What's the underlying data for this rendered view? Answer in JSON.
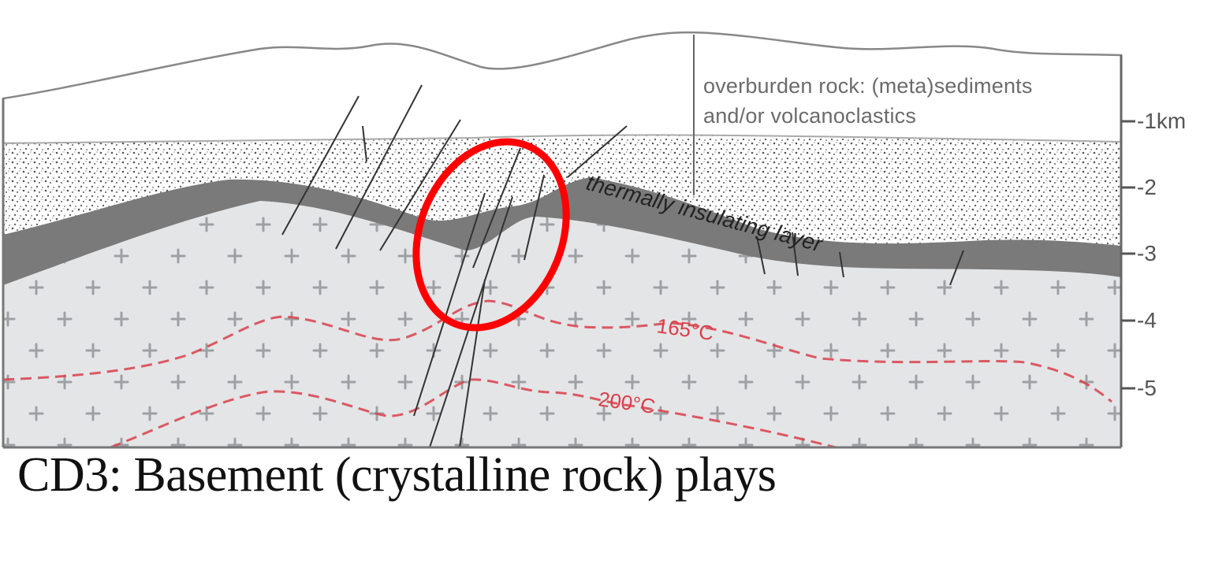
{
  "figure": {
    "caption": "CD3: Basement (crystalline rock) plays",
    "layers": {
      "overburden": {
        "label_line1": "overburden rock: (meta)sediments",
        "label_line2": "and/or volcanoclastics"
      },
      "insulating": {
        "label": "thermally insulating layer"
      },
      "basement": {
        "pattern": "crosses"
      }
    },
    "depth_axis": {
      "ticks": [
        "-1km",
        "-2",
        "-3",
        "-4",
        "-5"
      ]
    },
    "isotherms": [
      {
        "label": "165°C",
        "color": "#d9404a"
      },
      {
        "label": "200°C",
        "color": "#d9404a"
      }
    ],
    "highlight": {
      "shape": "ellipse",
      "color": "#ff0000"
    },
    "colors": {
      "insulating_layer": "#7a7a7a",
      "basement": "#e4e5e7",
      "fault_lines": "#333333",
      "isotherm": "#d9404a",
      "highlight": "#ff0000"
    }
  }
}
